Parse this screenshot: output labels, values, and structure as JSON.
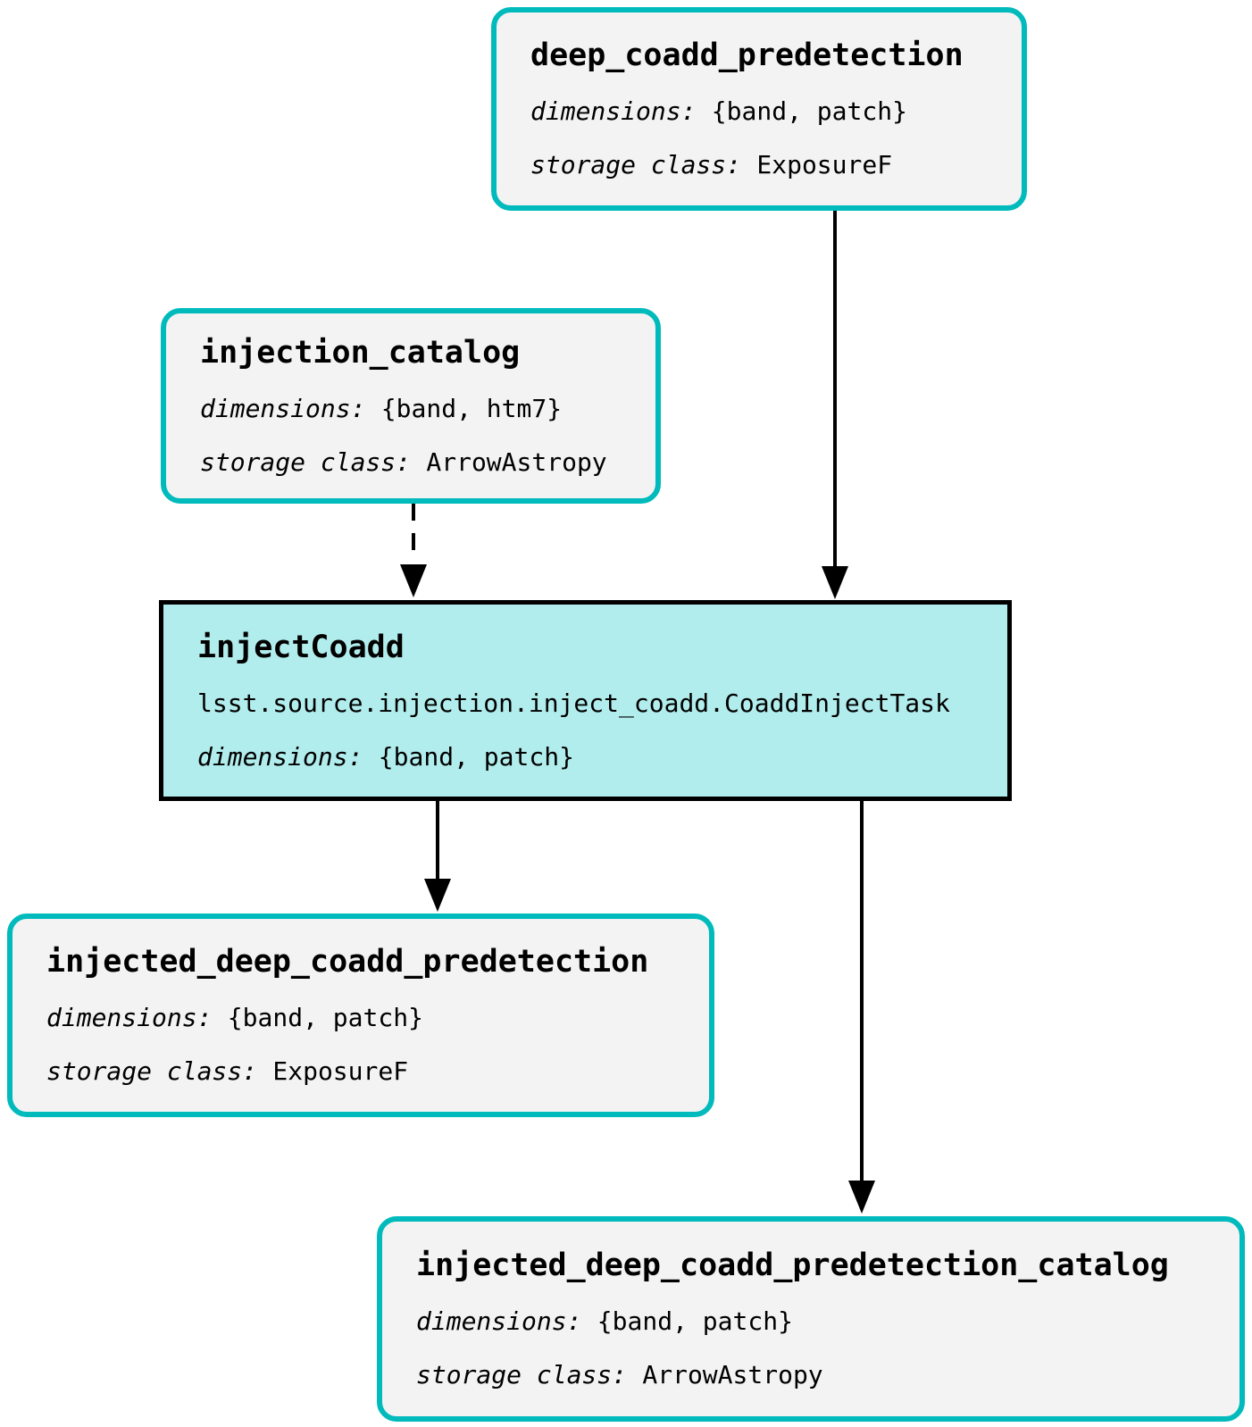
{
  "colors": {
    "background": "#ffffff",
    "text": "#000000",
    "dataset_fill": "#f3f3f3",
    "dataset_border": "#00babc",
    "task_fill": "#b2eded",
    "task_border": "#000000",
    "edge": "#000000"
  },
  "nodes": {
    "deep_coadd_predetection": {
      "type": "dataset",
      "title": "deep_coadd_predetection",
      "dimensions_label": "dimensions:",
      "dimensions_value": "{band, patch}",
      "storage_class_label": "storage class:",
      "storage_class_value": "ExposureF"
    },
    "injection_catalog": {
      "type": "dataset",
      "title": "injection_catalog",
      "dimensions_label": "dimensions:",
      "dimensions_value": "{band, htm7}",
      "storage_class_label": "storage class:",
      "storage_class_value": "ArrowAstropy"
    },
    "injectCoadd": {
      "type": "task",
      "title": "injectCoadd",
      "task_class": "lsst.source.injection.inject_coadd.CoaddInjectTask",
      "dimensions_label": "dimensions:",
      "dimensions_value": "{band, patch}"
    },
    "injected_deep_coadd_predetection": {
      "type": "dataset",
      "title": "injected_deep_coadd_predetection",
      "dimensions_label": "dimensions:",
      "dimensions_value": "{band, patch}",
      "storage_class_label": "storage class:",
      "storage_class_value": "ExposureF"
    },
    "injected_deep_coadd_predetection_catalog": {
      "type": "dataset",
      "title": "injected_deep_coadd_predetection_catalog",
      "dimensions_label": "dimensions:",
      "dimensions_value": "{band, patch}",
      "storage_class_label": "storage class:",
      "storage_class_value": "ArrowAstropy"
    }
  },
  "edges": [
    {
      "from": "deep_coadd_predetection",
      "to": "injectCoadd",
      "style": "solid"
    },
    {
      "from": "injection_catalog",
      "to": "injectCoadd",
      "style": "dashed"
    },
    {
      "from": "injectCoadd",
      "to": "injected_deep_coadd_predetection",
      "style": "solid"
    },
    {
      "from": "injectCoadd",
      "to": "injected_deep_coadd_predetection_catalog",
      "style": "solid"
    }
  ]
}
